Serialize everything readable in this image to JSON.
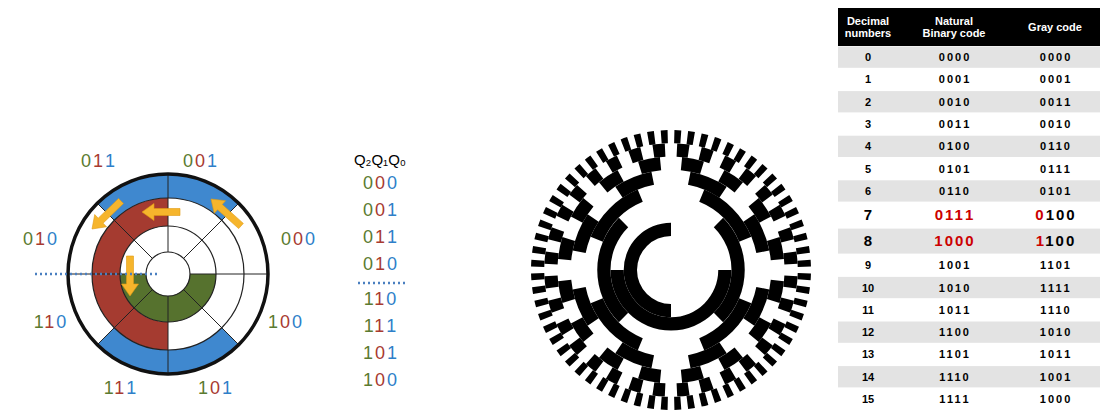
{
  "diagram": {
    "labels": [
      "011",
      "001",
      "010",
      "000",
      "110",
      "100",
      "111",
      "101",
      "Q₂Q₁Q₀",
      "000",
      "001",
      "011",
      "010",
      "110",
      "111",
      "101",
      "100",
      "Decimal numbers",
      "Natural Binary code",
      "Gray code",
      "0",
      "0000",
      "0000",
      "1",
      "0001",
      "0001",
      "2",
      "0010",
      "0011",
      "3",
      "0011",
      "0010",
      "4",
      "0100",
      "0110",
      "5",
      "0101",
      "0111",
      "6",
      "0110",
      "0101",
      "7",
      "0111",
      "0100",
      "8",
      "1000",
      "1100",
      "9",
      "1001",
      "1101",
      "10",
      "1010",
      "1111",
      "11",
      "1011",
      "1110",
      "12",
      "1100",
      "1010",
      "13",
      "1101",
      "1011",
      "14",
      "1110",
      "1001",
      "15",
      "1111",
      "1000"
    ]
  }
}
